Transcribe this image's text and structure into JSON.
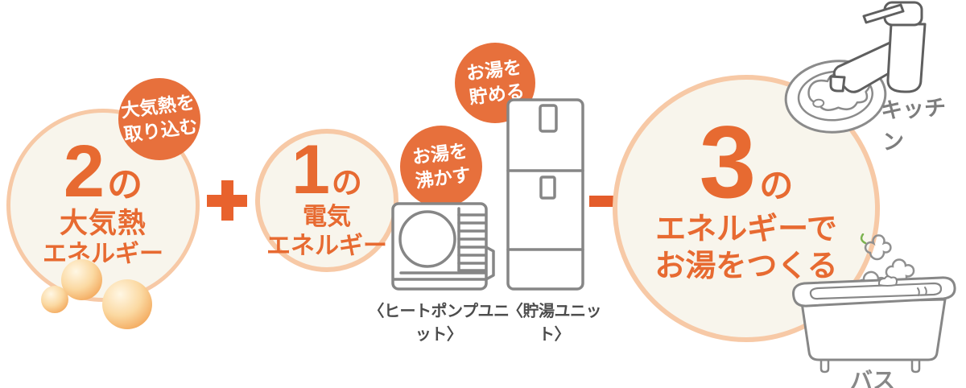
{
  "formula": {
    "atmospheric": {
      "number": "2",
      "particle": "の",
      "line1": "大気熱",
      "line2": "エネルギー"
    },
    "electric": {
      "number": "1",
      "particle": "の",
      "line1": "電気",
      "line2": "エネルギー"
    },
    "result": {
      "number": "3",
      "particle": "の",
      "line1": "エネルギーで",
      "line2": "お湯をつくる"
    }
  },
  "badges": {
    "intake": {
      "line1": "大気熱を",
      "line2": "取り込む"
    },
    "boil": {
      "line1": "お湯を",
      "line2": "沸かす"
    },
    "store": {
      "line1": "お湯を",
      "line2": "貯める"
    }
  },
  "unit_labels": {
    "heat_pump": "〈ヒートポンプユニット〉",
    "tank": "〈貯湯ユニット〉"
  },
  "room_labels": {
    "kitchen": "キッチン",
    "bath": "バス"
  },
  "icons": {
    "plus-icon": "+",
    "arrow-right-icon": "→",
    "heat-pump-unit-icon": "sketch of outdoor heat pump unit with fan",
    "storage-tank-icon": "sketch of hot water storage tank",
    "kitchen-faucet-icon": "sketch of kitchen faucet over round sink",
    "bathtub-icon": "sketch of bathtub on feet",
    "steam-icon": "steam puffs rising from bath",
    "air-heat-bubbles-icon": "orange air-heat bubbles"
  },
  "colors": {
    "accent_text": "#e76a31",
    "badge_bg": "#e7703c",
    "plus": "#e8622d",
    "arrow": "#e45c2a",
    "circle_border": "#f7c9a6",
    "circle_fill": "#f8f5ec",
    "sketch_stroke": "#8b8b8b",
    "unit_label": "#4c4c4c",
    "room_label": "#7d7d7d",
    "bubble": "#f3a75a",
    "steam_accent_green": "#7cb34f"
  }
}
